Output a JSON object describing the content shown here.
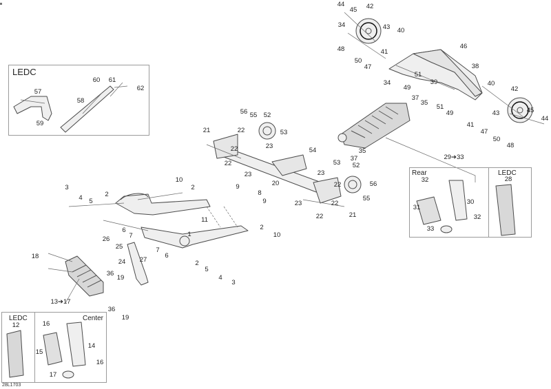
{
  "diagram": {
    "type": "exploded-parts-diagram",
    "drawing_code": "28L1703",
    "colors": {
      "line": "#6a6a6a",
      "part_fill": "#efefef",
      "part_stroke": "#4a4a4a",
      "box_border": "#9a9a9a",
      "dark": "#222222"
    },
    "boxes": {
      "ledc_top_left": {
        "title": "LEDC"
      },
      "rear_shock": {
        "title_left": "Rear",
        "title_right": "LEDC",
        "group_ref": "29➔33"
      },
      "center_shock": {
        "title_left": "LEDC",
        "title_right": "Center",
        "group_ref": "13➔17"
      }
    },
    "callouts": [
      {
        "id": "c1",
        "text": "1"
      },
      {
        "id": "c2a",
        "text": "2"
      },
      {
        "id": "c2b",
        "text": "2"
      },
      {
        "id": "c2c",
        "text": "2"
      },
      {
        "id": "c2d",
        "text": "2"
      },
      {
        "id": "c3a",
        "text": "3"
      },
      {
        "id": "c3b",
        "text": "3"
      },
      {
        "id": "c4a",
        "text": "4"
      },
      {
        "id": "c4b",
        "text": "4"
      },
      {
        "id": "c5a",
        "text": "5"
      },
      {
        "id": "c5b",
        "text": "5"
      },
      {
        "id": "c6a",
        "text": "6"
      },
      {
        "id": "c6b",
        "text": "6"
      },
      {
        "id": "c7a",
        "text": "7"
      },
      {
        "id": "c7b",
        "text": "7"
      },
      {
        "id": "c8",
        "text": "8"
      },
      {
        "id": "c9a",
        "text": "9"
      },
      {
        "id": "c9b",
        "text": "9"
      },
      {
        "id": "c10a",
        "text": "10"
      },
      {
        "id": "c10b",
        "text": "10"
      },
      {
        "id": "c11",
        "text": "11"
      },
      {
        "id": "c12",
        "text": "12"
      },
      {
        "id": "c14",
        "text": "14"
      },
      {
        "id": "c15",
        "text": "15"
      },
      {
        "id": "c16a",
        "text": "16"
      },
      {
        "id": "c16b",
        "text": "16"
      },
      {
        "id": "c17",
        "text": "17"
      },
      {
        "id": "c18",
        "text": "18"
      },
      {
        "id": "c19a",
        "text": "19"
      },
      {
        "id": "c19b",
        "text": "19"
      },
      {
        "id": "c20",
        "text": "20"
      },
      {
        "id": "c21a",
        "text": "21"
      },
      {
        "id": "c21b",
        "text": "21"
      },
      {
        "id": "c22a",
        "text": "22"
      },
      {
        "id": "c22b",
        "text": "22"
      },
      {
        "id": "c22c",
        "text": "22"
      },
      {
        "id": "c22d",
        "text": "22"
      },
      {
        "id": "c22e",
        "text": "22"
      },
      {
        "id": "c22f",
        "text": "22"
      },
      {
        "id": "c23a",
        "text": "23"
      },
      {
        "id": "c23b",
        "text": "23"
      },
      {
        "id": "c23c",
        "text": "23"
      },
      {
        "id": "c23d",
        "text": "23"
      },
      {
        "id": "c24",
        "text": "24"
      },
      {
        "id": "c25",
        "text": "25"
      },
      {
        "id": "c26",
        "text": "26"
      },
      {
        "id": "c27",
        "text": "27"
      },
      {
        "id": "c28",
        "text": "28"
      },
      {
        "id": "c30",
        "text": "30"
      },
      {
        "id": "c31",
        "text": "31"
      },
      {
        "id": "c32a",
        "text": "32"
      },
      {
        "id": "c32b",
        "text": "32"
      },
      {
        "id": "c33",
        "text": "33"
      },
      {
        "id": "c34a",
        "text": "34"
      },
      {
        "id": "c34b",
        "text": "34"
      },
      {
        "id": "c35a",
        "text": "35"
      },
      {
        "id": "c35b",
        "text": "35"
      },
      {
        "id": "c36a",
        "text": "36"
      },
      {
        "id": "c36b",
        "text": "36"
      },
      {
        "id": "c37a",
        "text": "37"
      },
      {
        "id": "c37b",
        "text": "37"
      },
      {
        "id": "c38",
        "text": "38"
      },
      {
        "id": "c39",
        "text": "39"
      },
      {
        "id": "c40a",
        "text": "40"
      },
      {
        "id": "c40b",
        "text": "40"
      },
      {
        "id": "c41a",
        "text": "41"
      },
      {
        "id": "c41b",
        "text": "41"
      },
      {
        "id": "c42a",
        "text": "42"
      },
      {
        "id": "c42b",
        "text": "42"
      },
      {
        "id": "c43a",
        "text": "43"
      },
      {
        "id": "c43b",
        "text": "43"
      },
      {
        "id": "c44a",
        "text": "44"
      },
      {
        "id": "c44b",
        "text": "44"
      },
      {
        "id": "c45a",
        "text": "45"
      },
      {
        "id": "c45b",
        "text": "45"
      },
      {
        "id": "c46",
        "text": "46"
      },
      {
        "id": "c47a",
        "text": "47"
      },
      {
        "id": "c47b",
        "text": "47"
      },
      {
        "id": "c48a",
        "text": "48"
      },
      {
        "id": "c48b",
        "text": "48"
      },
      {
        "id": "c49a",
        "text": "49"
      },
      {
        "id": "c49b",
        "text": "49"
      },
      {
        "id": "c50a",
        "text": "50"
      },
      {
        "id": "c50b",
        "text": "50"
      },
      {
        "id": "c51a",
        "text": "51"
      },
      {
        "id": "c51b",
        "text": "51"
      },
      {
        "id": "c52a",
        "text": "52"
      },
      {
        "id": "c52b",
        "text": "52"
      },
      {
        "id": "c53a",
        "text": "53"
      },
      {
        "id": "c53b",
        "text": "53"
      },
      {
        "id": "c54",
        "text": "54"
      },
      {
        "id": "c55a",
        "text": "55"
      },
      {
        "id": "c55b",
        "text": "55"
      },
      {
        "id": "c56a",
        "text": "56"
      },
      {
        "id": "c56b",
        "text": "56"
      },
      {
        "id": "c57",
        "text": "57"
      },
      {
        "id": "c58",
        "text": "58"
      },
      {
        "id": "c59",
        "text": "59"
      },
      {
        "id": "c60",
        "text": "60"
      },
      {
        "id": "c61",
        "text": "61"
      },
      {
        "id": "c62",
        "text": "62"
      }
    ]
  }
}
